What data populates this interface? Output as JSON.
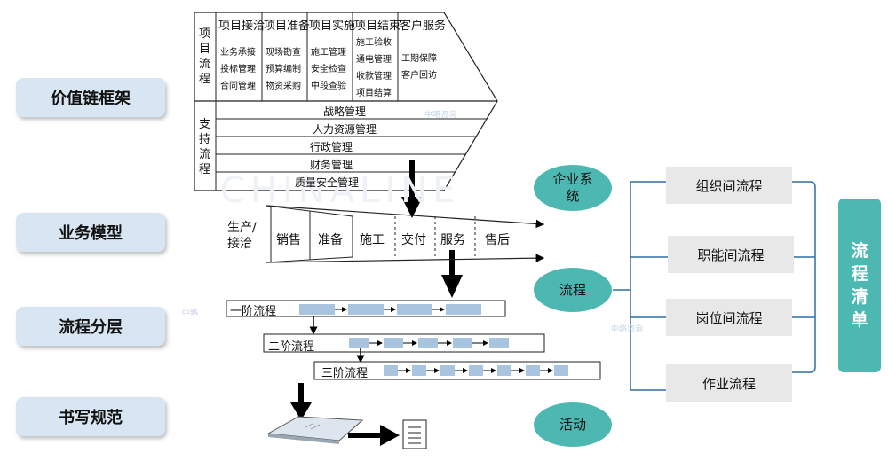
{
  "left_labels": [
    "价值链框架",
    "业务模型",
    "流程分层",
    "书写规范"
  ],
  "value_chain": {
    "primary_label": "项目流程",
    "support_label": "支持流程",
    "stages": [
      {
        "head": "项目接洽",
        "items": [
          "业务承接",
          "投标管理",
          "合同管理"
        ]
      },
      {
        "head": "项目准备",
        "items": [
          "现场勘查",
          "预算编制",
          "物资采购"
        ]
      },
      {
        "head": "项目实施",
        "items": [
          "施工管理",
          "安全检查",
          "中段查验"
        ]
      },
      {
        "head": "项目结束",
        "items": [
          "施工验收",
          "通电管理",
          "收款管理",
          "项目结算"
        ]
      },
      {
        "head": "客户服务",
        "items": [
          "工期保障",
          "客户回访"
        ]
      }
    ],
    "support": [
      "战略管理",
      "人力资源管理",
      "行政管理",
      "财务管理",
      "质量安全管理"
    ]
  },
  "business_model": {
    "start_label": "生产/接洽",
    "stages": [
      "销售",
      "准备",
      "施工",
      "交付",
      "服务",
      "售后"
    ]
  },
  "levels": [
    "一阶流程",
    "二阶流程",
    "三阶流程"
  ],
  "hierarchy": {
    "circles": [
      "企业系统",
      "流程",
      "活动"
    ],
    "process_types": [
      "组织间流程",
      "职能间流程",
      "岗位间流程",
      "作业流程"
    ],
    "list_title": "流程清单"
  },
  "watermarks": [
    "CHINALINE",
    "中略咨询",
    "中略",
    "中略咨询"
  ],
  "colors": {
    "label_bg": "#d8e6f3",
    "teal": "#4db8b2",
    "step_fill": "#a9c4de",
    "bracket": "#2e6da4"
  }
}
